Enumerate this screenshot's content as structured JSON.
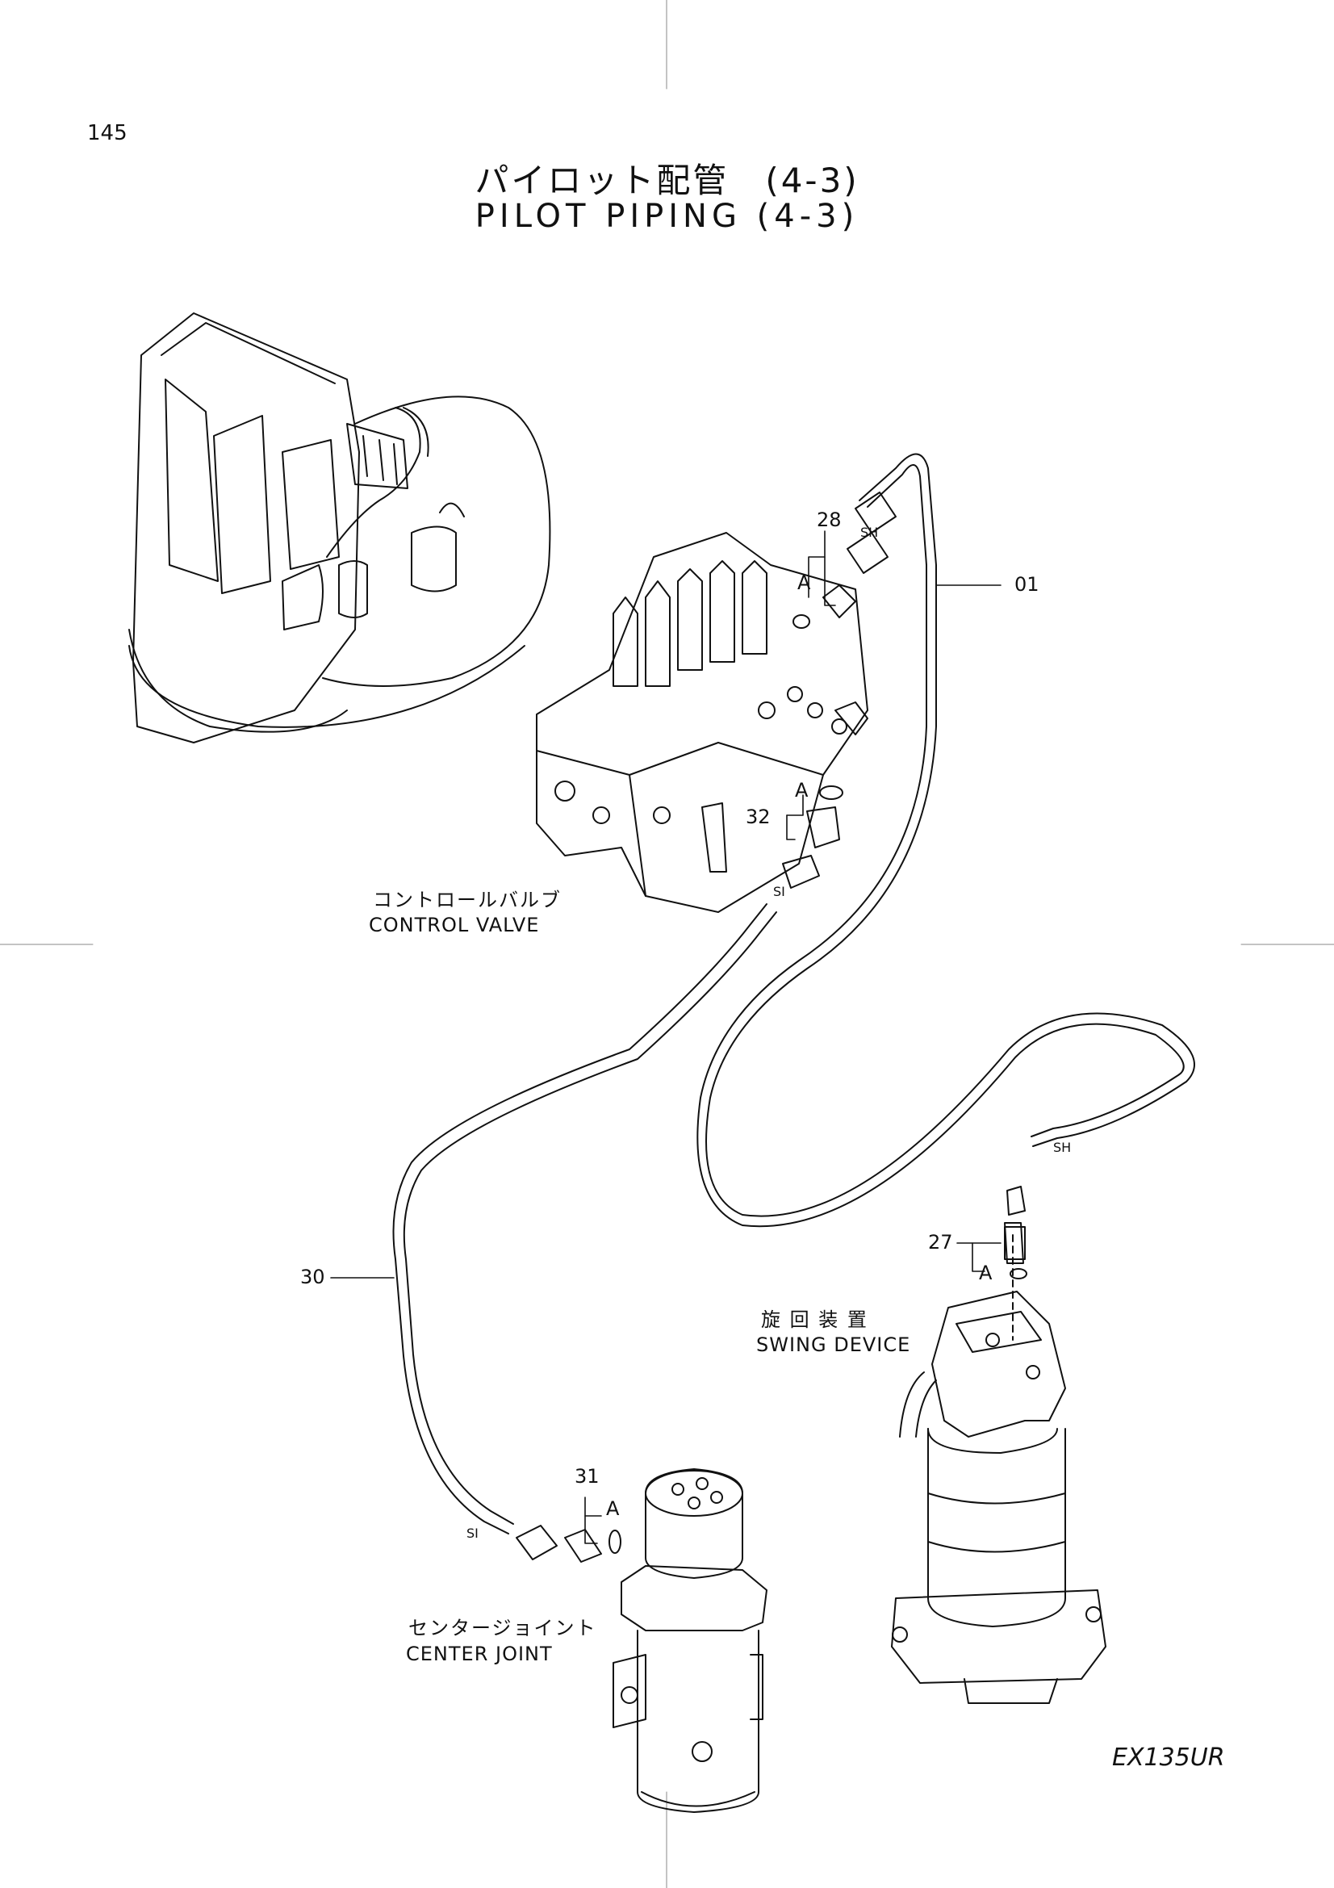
{
  "page": {
    "number": "145",
    "title_jp": "パイロット配管　(4-3)",
    "title_en": "PILOT PIPING (4-3)",
    "model": "EX135UR"
  },
  "components": {
    "control_valve": {
      "jp": "コントロールバルブ",
      "en": "CONTROL VALVE"
    },
    "swing_device": {
      "jp": "旋 回 装 置",
      "en": "SWING DEVICE"
    },
    "center_joint": {
      "jp": "センタージョイント",
      "en": "CENTER JOINT"
    }
  },
  "callouts": {
    "hose_01": "01",
    "hose_30": "30",
    "fitting_27": "27",
    "fitting_28": "28",
    "fitting_31": "31",
    "fitting_32": "32"
  },
  "markers": {
    "a": "A",
    "sh": "SH",
    "si": "SI"
  },
  "colors": {
    "line": "#111111",
    "background": "#ffffff"
  }
}
